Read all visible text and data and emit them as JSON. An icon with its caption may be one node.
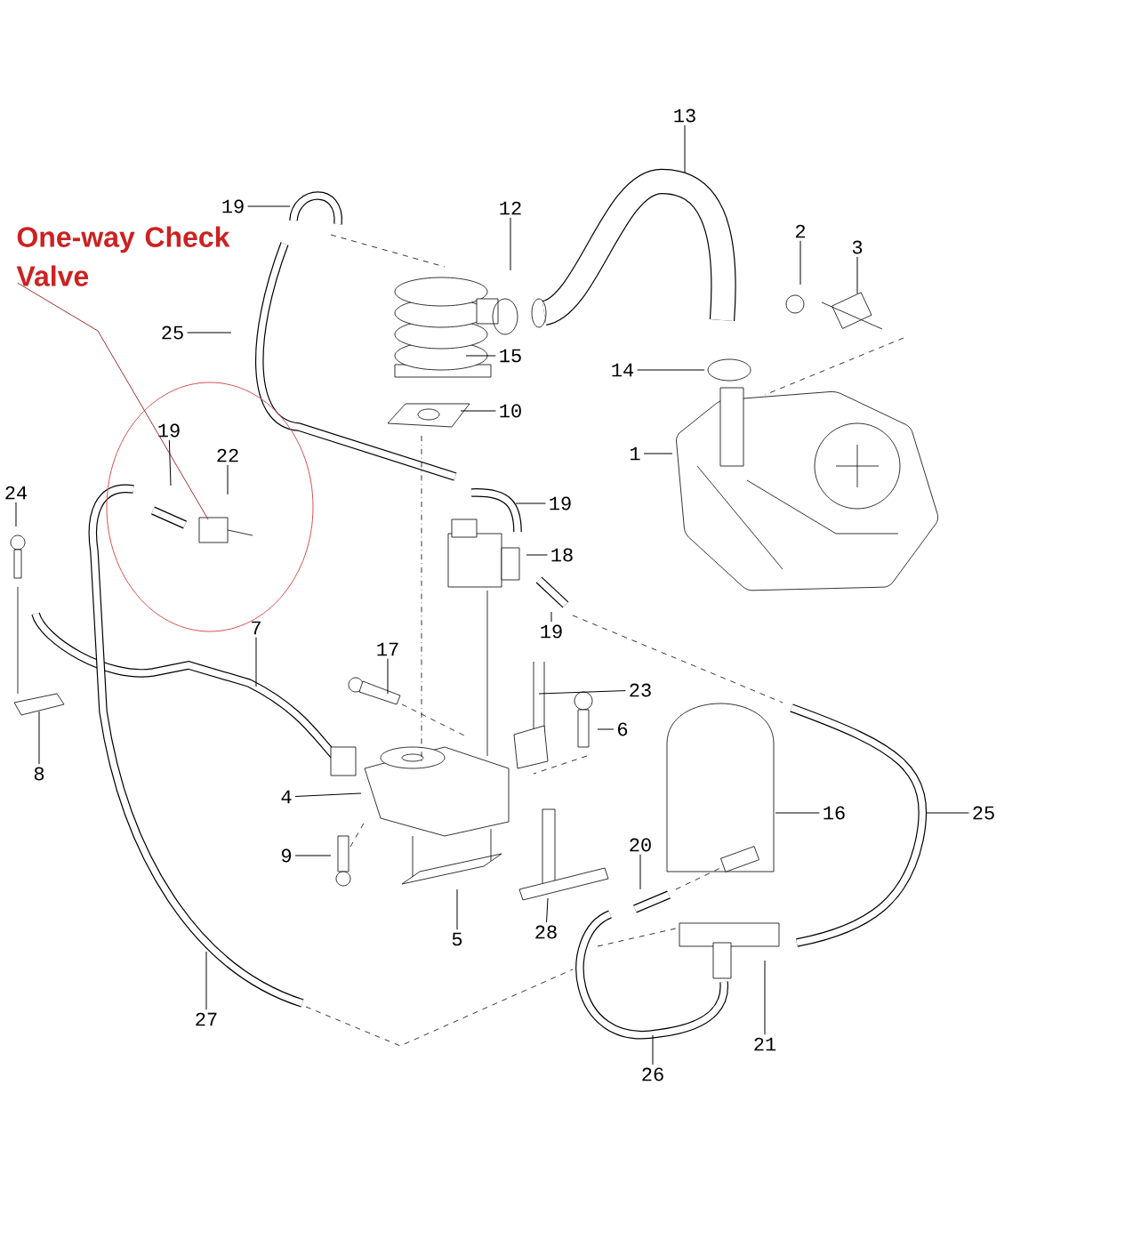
{
  "diagram": {
    "nodes": [
      {
        "text": [
          "One-way Check Valve"
        ]
      },
      {
        "text": [],
        "shape": "circle"
      },
      {
        "text": [
          "13"
        ]
      },
      {
        "text": [
          "19"
        ]
      },
      {
        "text": [
          "12"
        ]
      },
      {
        "text": [
          "2"
        ]
      },
      {
        "text": [
          "3"
        ]
      },
      {
        "text": [
          "25"
        ]
      },
      {
        "text": [
          "15"
        ]
      },
      {
        "text": [
          "14"
        ]
      },
      {
        "text": [
          "10"
        ]
      },
      {
        "text": [
          "19"
        ],
        "in": 1
      },
      {
        "text": [
          "1"
        ]
      },
      {
        "text": [
          "22"
        ],
        "in": 1
      },
      {
        "text": [
          "24"
        ]
      },
      {
        "text": [
          "19"
        ]
      },
      {
        "text": [
          "18"
        ]
      },
      {
        "text": [
          "7"
        ]
      },
      {
        "text": [
          "19"
        ]
      },
      {
        "text": [
          "17"
        ]
      },
      {
        "text": [
          "23"
        ]
      },
      {
        "text": [
          "6"
        ]
      },
      {
        "text": [
          "8"
        ]
      },
      {
        "text": [
          "4"
        ]
      },
      {
        "text": [
          "16"
        ]
      },
      {
        "text": [
          "25"
        ]
      },
      {
        "text": [
          "20"
        ]
      },
      {
        "text": [
          "9"
        ]
      },
      {
        "text": [
          "28"
        ]
      },
      {
        "text": [
          "5"
        ]
      },
      {
        "text": [
          "27"
        ]
      },
      {
        "text": [
          "21"
        ]
      },
      {
        "text": [
          "26"
        ]
      }
    ],
    "edges": [
      {
        "from": 0,
        "to": null,
        "arrow": "none",
        "color": "#a03030"
      },
      {
        "from": 2,
        "to": null,
        "arrow": "none"
      },
      {
        "from": 3,
        "to": null,
        "arrow": "none"
      },
      {
        "from": 4,
        "to": null,
        "arrow": "none"
      },
      {
        "from": 5,
        "to": null,
        "arrow": "none"
      },
      {
        "from": 6,
        "to": null,
        "arrow": "none"
      },
      {
        "from": 7,
        "to": null,
        "arrow": "none"
      },
      {
        "from": 8,
        "to": null,
        "arrow": "none"
      },
      {
        "from": 9,
        "to": null,
        "arrow": "none"
      },
      {
        "from": 10,
        "to": null,
        "arrow": "none"
      },
      {
        "from": 11,
        "to": null,
        "arrow": "none"
      },
      {
        "from": 12,
        "to": null,
        "arrow": "none"
      },
      {
        "from": 13,
        "to": null,
        "arrow": "none"
      },
      {
        "from": 14,
        "to": null,
        "arrow": "none"
      },
      {
        "from": 15,
        "to": null,
        "arrow": "none"
      },
      {
        "from": 16,
        "to": null,
        "arrow": "none"
      },
      {
        "from": 17,
        "to": null,
        "arrow": "none"
      },
      {
        "from": 18,
        "to": null,
        "arrow": "none"
      },
      {
        "from": 19,
        "to": null,
        "arrow": "none"
      },
      {
        "from": 20,
        "to": null,
        "arrow": "none"
      },
      {
        "from": 21,
        "to": null,
        "arrow": "none"
      },
      {
        "from": 22,
        "to": null,
        "arrow": "none"
      },
      {
        "from": 23,
        "to": null,
        "arrow": "none"
      },
      {
        "from": 24,
        "to": null,
        "arrow": "none"
      },
      {
        "from": 25,
        "to": null,
        "arrow": "none"
      },
      {
        "from": 26,
        "to": null,
        "arrow": "none"
      },
      {
        "from": 27,
        "to": null,
        "arrow": "none"
      },
      {
        "from": 28,
        "to": null,
        "arrow": "none"
      },
      {
        "from": 29,
        "to": null,
        "arrow": "none"
      },
      {
        "from": 30,
        "to": null,
        "arrow": "none"
      },
      {
        "from": 31,
        "to": null,
        "arrow": "none"
      },
      {
        "from": 32,
        "to": null,
        "arrow": "none"
      }
    ]
  }
}
